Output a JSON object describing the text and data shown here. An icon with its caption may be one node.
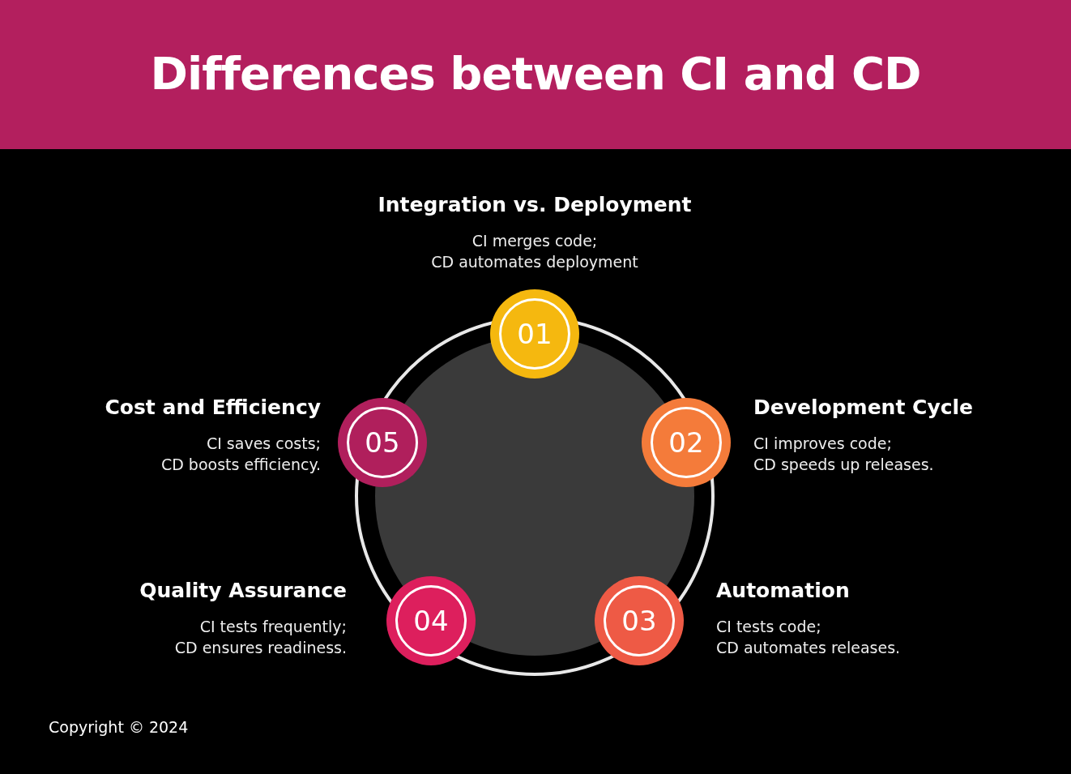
{
  "diagram": {
    "title": "Differences between CI and CD",
    "nodes": [
      {
        "text": [
          "01"
        ],
        "beside": [
          "Integration vs. Deployment",
          "CI merges code; CD automates deployment"
        ]
      },
      {
        "text": [
          "02"
        ],
        "beside": [
          "Development Cycle",
          "CI improves code; CD speeds up releases."
        ]
      },
      {
        "text": [
          "03"
        ],
        "beside": [
          "Automation",
          "CI tests code; CD automates releases."
        ]
      },
      {
        "text": [
          "04"
        ],
        "beside": [
          "Quality Assurance",
          "CI tests frequently; CD ensures readiness."
        ]
      },
      {
        "text": [
          "05"
        ],
        "beside": [
          "Cost and Efficiency",
          "CI saves costs; CD boosts efficiency."
        ]
      }
    ],
    "labels": [
      "Copyright © 2024"
    ]
  }
}
